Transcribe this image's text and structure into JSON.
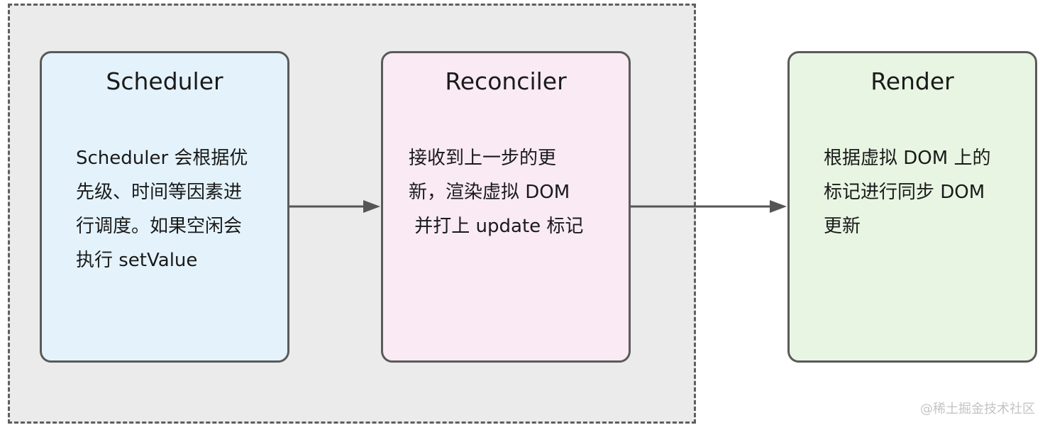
{
  "nodes": {
    "scheduler": {
      "title": "Scheduler",
      "text": "Scheduler 会根据优\n先级、时间等因素进\n行调度。如果空闲会\n执行 setValue",
      "fill_color": "#e4f3fb"
    },
    "reconciler": {
      "title": "Reconciler",
      "text": "接收到上一步的更\n新，渲染虚拟 DOM\n 并打上 update 标记",
      "fill_color": "#f9eaf4"
    },
    "render": {
      "title": "Render",
      "text": "根据虚拟 DOM 上的\n标记进行同步 DOM\n更新",
      "fill_color": "#e8f5e2"
    }
  },
  "watermark": "@稀土掘金技术社区",
  "colors": {
    "border": "#5a5a5a",
    "group_background": "#ebebeb",
    "arrow": "#555555"
  },
  "icons": {
    "arrow_scheduler_to_reconciler": "arrow-right-icon",
    "arrow_reconciler_to_render": "arrow-right-icon"
  }
}
